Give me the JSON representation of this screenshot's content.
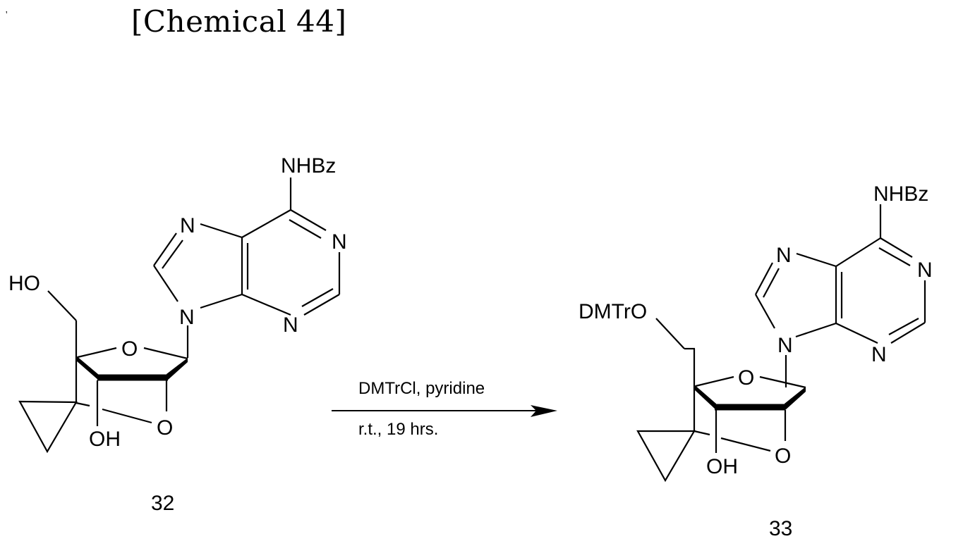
{
  "header": {
    "title": "[Chemical 44]",
    "stray_mark": "'"
  },
  "reactant": {
    "id": "32",
    "labels": {
      "nhbz": "NHBz",
      "n7": "N",
      "n1": "N",
      "n9": "N",
      "n3": "N",
      "ho": "HO",
      "ring_o": "O",
      "oh": "OH",
      "bridge_o": "O"
    }
  },
  "reaction": {
    "reagents": "DMTrCl, pyridine",
    "conditions": "r.t., 19 hrs."
  },
  "product": {
    "id": "33",
    "labels": {
      "nhbz": "NHBz",
      "n7": "N",
      "n1": "N",
      "n9": "N",
      "n3": "N",
      "dmtro": "DMTrO",
      "ring_o": "O",
      "oh": "OH",
      "bridge_o": "O"
    }
  }
}
